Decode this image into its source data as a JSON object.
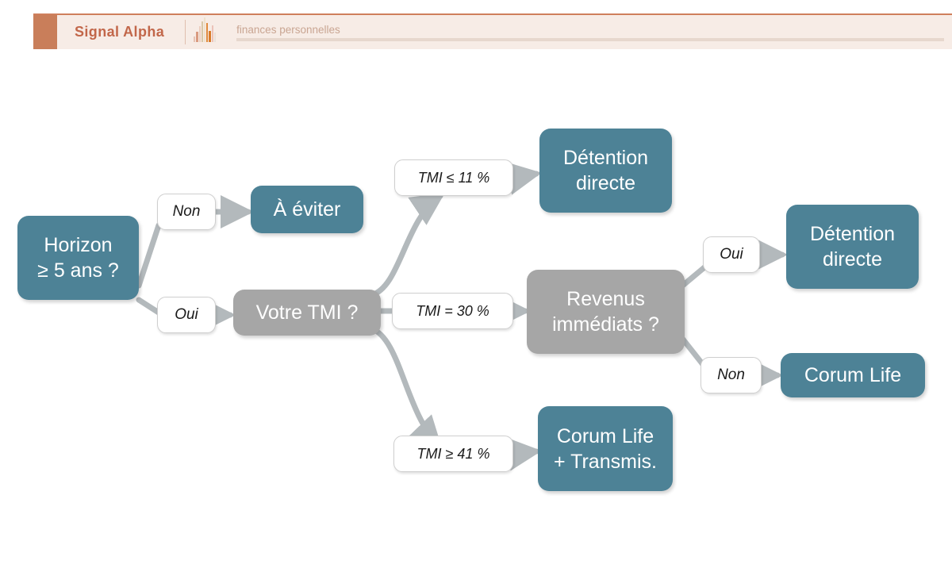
{
  "header": {
    "brand": "Signal Alpha",
    "subtitle": "finances personnelles",
    "icon_name": "bar-chart-icon",
    "accent_color": "#c97e5a",
    "brand_color": "#c2674a",
    "background_color": "#f7ece6"
  },
  "diagram": {
    "type": "decision-flowchart",
    "node_color_decision": "#a6a6a6",
    "node_color_outcome": "#4d8296",
    "edge_color": "#b3b9bc",
    "nodes": {
      "horizon": {
        "line1": "Horizon",
        "line2": "≥ 5 ans ?"
      },
      "a_eviter": {
        "line1": "À éviter"
      },
      "votre_tmi": {
        "line1": "Votre TMI ?"
      },
      "detention_directe_top": {
        "line1": "Détention",
        "line2": "directe"
      },
      "revenus_immediats": {
        "line1": "Revenus",
        "line2": "immédiats ?"
      },
      "detention_directe_right": {
        "line1": "Détention",
        "line2": "directe"
      },
      "corum_life": {
        "line1": "Corum Life"
      },
      "corum_life_transmis": {
        "line1": "Corum Life",
        "line2": "+ Transmis."
      }
    },
    "edge_labels": {
      "horizon_non": "Non",
      "horizon_oui": "Oui",
      "tmi_low": "TMI ≤ 11 %",
      "tmi_mid": "TMI = 30 %",
      "tmi_high": "TMI ≥ 41 %",
      "revenus_oui": "Oui",
      "revenus_non": "Non"
    }
  }
}
